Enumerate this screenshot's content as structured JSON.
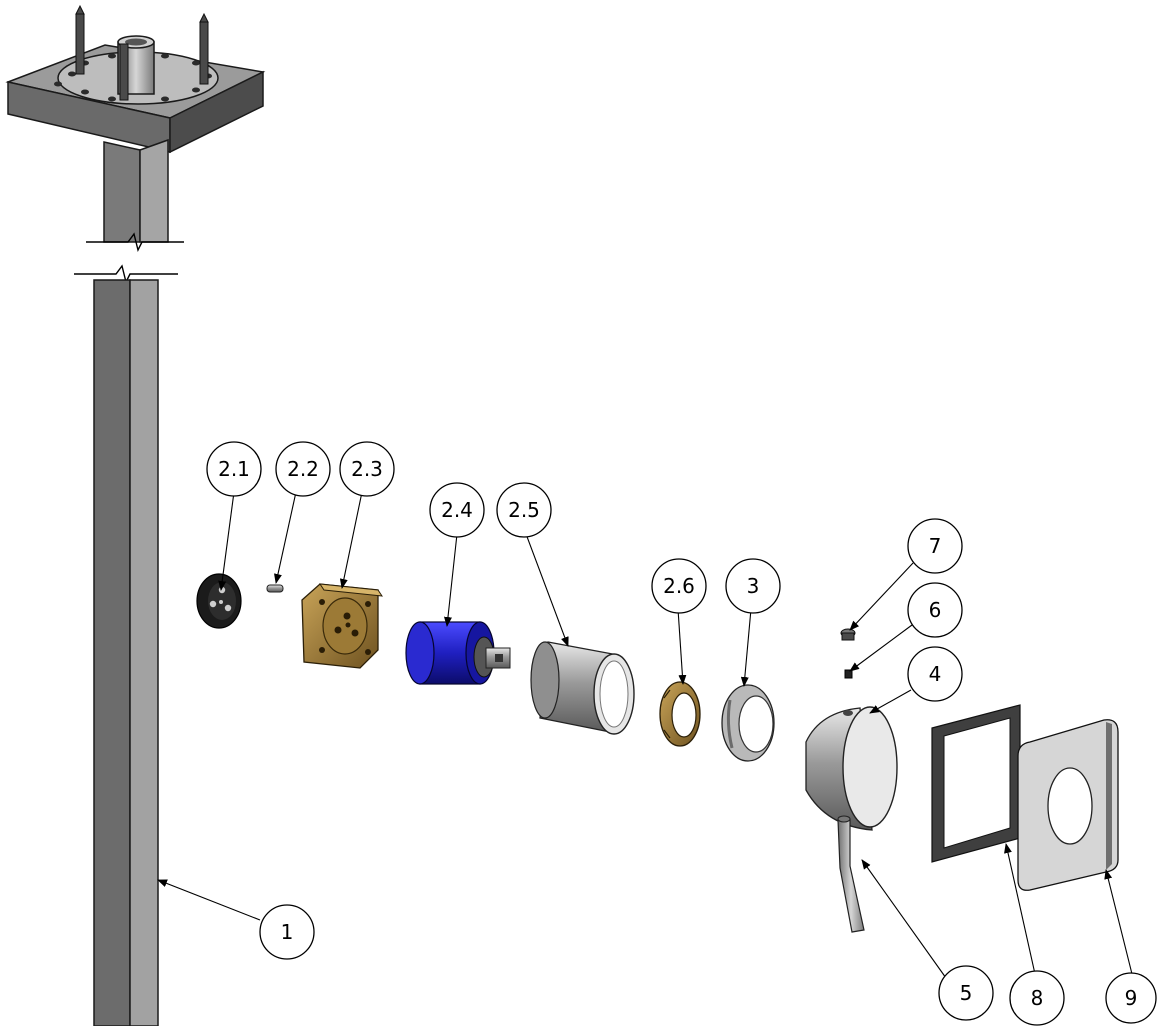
{
  "diagram": {
    "callouts": [
      {
        "id": "c-2-1",
        "label": "2.1"
      },
      {
        "id": "c-2-2",
        "label": "2.2"
      },
      {
        "id": "c-2-3",
        "label": "2.3"
      },
      {
        "id": "c-2-4",
        "label": "2.4"
      },
      {
        "id": "c-2-5",
        "label": "2.5"
      },
      {
        "id": "c-2-6",
        "label": "2.6"
      },
      {
        "id": "c-3",
        "label": "3"
      },
      {
        "id": "c-7",
        "label": "7"
      },
      {
        "id": "c-6",
        "label": "6"
      },
      {
        "id": "c-4",
        "label": "4"
      },
      {
        "id": "c-1",
        "label": "1"
      },
      {
        "id": "c-5",
        "label": "5"
      },
      {
        "id": "c-8",
        "label": "8"
      },
      {
        "id": "c-9",
        "label": "9"
      }
    ],
    "colors": {
      "background": "#ffffff",
      "line": "#000000",
      "steel_dark": "#5c5c5c",
      "steel_mid": "#8a8a8a",
      "steel_light": "#c4c4c4",
      "brass": "#8a6a2c",
      "brass_light": "#c9a458",
      "cartridge_blue": "#1f1fb5",
      "rubber": "#1b1b1b",
      "gasket": "#4a4a4a",
      "plate": "#d8d8d8"
    }
  }
}
